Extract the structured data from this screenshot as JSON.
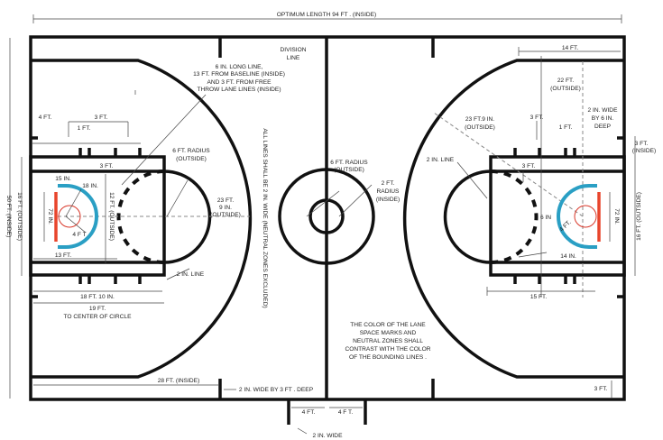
{
  "colors": {
    "lines": "#111111",
    "restricted_area": "#2a9fc4",
    "backboard": "#e8452c",
    "rim": "#d9382a"
  },
  "labels": {
    "length": "OPTIMUM LENGTH 94 FT . (INSIDE)",
    "division1": "DIVISION",
    "division2": "LINE",
    "hash1": "6 IN.  LONG LINE,",
    "hash2": "13 FT. FROM BASELINE (INSIDE)",
    "hash3": "AND 3 FT. FROM FREE",
    "hash4": "THROW LANE LINES (INSIDE)",
    "l_4ft": "4 FT.",
    "l_3ft_top": "3 FT.",
    "l_1ft": "1 FT.",
    "l_6ft1": "6 FT. RADIUS",
    "l_6ft2": "(OUTSIDE)",
    "l_3ft": "3 FT.",
    "l_15in": "15 IN.",
    "l_18in": "18 IN.",
    "l_72in": "72 IN.",
    "l_12ft": "12 FT. (OUTSIDE)",
    "l_4ft_r": "4 F T",
    "l_13ft": "13 FT.",
    "l_23ft1": "23 FT.",
    "l_23ft2": "9 IN.",
    "l_23ft3": "(OUTSIDE)",
    "all_lines": "ALL LINES SHALL BE 2 IN.   WIDE (NEUTRAL ZONES EXCLUDED)",
    "l_2in_line": "2 IN.  LINE",
    "l_18ft10": "18 FT. 10 IN.",
    "l_19ft": "19 FT.",
    "l_19ft2": "TO CENTER OF CIRCLE",
    "l_28ft": "28 FT. (INSIDE)",
    "l_2in3ft": "2 IN.  WIDE BY 3 FT . DEEP",
    "b_4ft_l": "4 FT.",
    "b_4ft_r": "4 F T.",
    "b_2in": "2 IN.  WIDE",
    "w_50ft": "50 FT. (INSIDE)",
    "w_16ft": "16 FT. (OUTSIDE)",
    "c_6ft1": "6 FT. RADIUS",
    "c_6ft2": "(OUTSIDE)",
    "c_2ft1": "2 FT.",
    "c_2ft2": "RADIUS",
    "c_2ft3": "(INSIDE)",
    "r_14ft": "14 FT.",
    "r_22ft1": "22 FT.",
    "r_22ft2": "(OUTSIDE)",
    "r_2in1": "2 IN.  WIDE",
    "r_2in2": "BY 6 IN.",
    "r_2in3": "DEEP",
    "r_23ft1": "23 FT.9  IN.",
    "r_23ft2": "(OUTSIDE)",
    "r_3ft_top": "3 FT.",
    "r_1ft": "1 FT.",
    "r_3ft_in1": "3 FT.",
    "r_3ft_in2": "(INSIDE)",
    "r_2in_line": "2 IN.  LINE",
    "r_3ft": "3 FT.",
    "r_6in": "6 IN",
    "r_4ft": "4 FT.",
    "r_72in": "72 IN.",
    "r_16ft": "16 FT. (OUTSIDE)",
    "r_14in": "14 IN.",
    "r_15ft": "15 FT.",
    "r_3ft_b": "3 FT.",
    "note1": "THE COLOR OF   THE LANE",
    "note2": "SPACE MARKS AND",
    "note3": "NEUTRAL ZONES SHALL",
    "note4": "CONTRAST WITH  THE  COLOR",
    "note5": "OF THE BOUNDING LINES   ."
  }
}
